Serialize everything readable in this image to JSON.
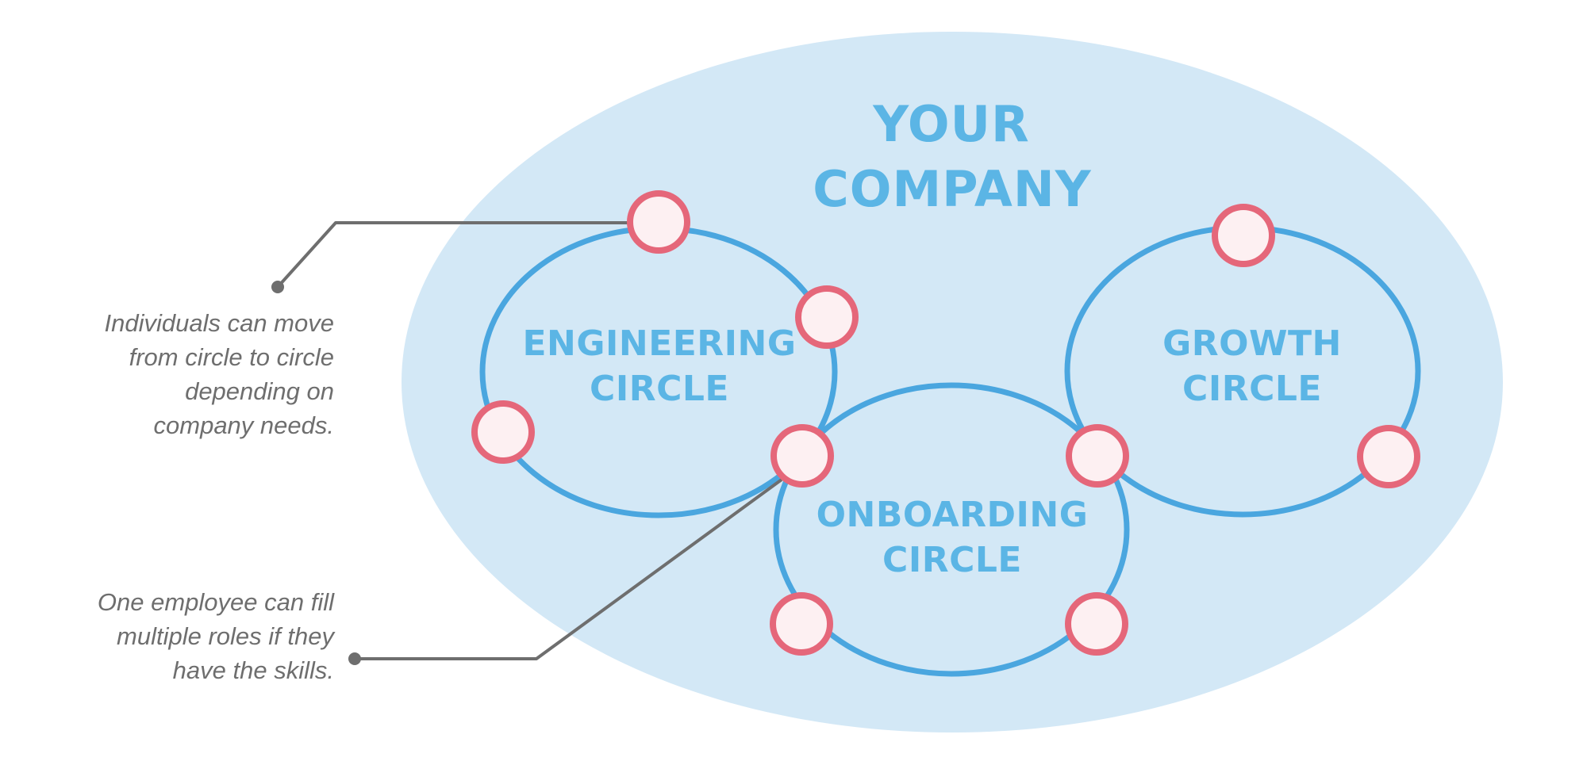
{
  "company": {
    "title_lines": [
      "YOUR",
      "COMPANY"
    ]
  },
  "colors": {
    "company_fill": "#d3e8f6",
    "label_text": "#5bb5e5",
    "circle_stroke": "#4aa6df",
    "node_stroke": "#e5677a",
    "node_fill": "#fdf0f2",
    "callout": "#6e6e6e"
  },
  "circles": [
    {
      "id": "engineering",
      "label_lines": [
        "ENGINEERING",
        "CIRCLE"
      ],
      "member_count": 4
    },
    {
      "id": "onboarding",
      "label_lines": [
        "ONBOARDING",
        "CIRCLE"
      ],
      "member_count": 4
    },
    {
      "id": "growth",
      "label_lines": [
        "GROWTH",
        "CIRCLE"
      ],
      "member_count": 3
    }
  ],
  "callouts": [
    {
      "id": "move-between-circles",
      "text_lines": [
        "Individuals can move",
        "from circle to circle",
        "depending on",
        "company needs."
      ],
      "points_to": "engineering circle member"
    },
    {
      "id": "multiple-roles",
      "text_lines": [
        "One employee can fill",
        "multiple roles if they",
        "have the skills."
      ],
      "points_to": "member shared by engineering and onboarding circles"
    }
  ]
}
